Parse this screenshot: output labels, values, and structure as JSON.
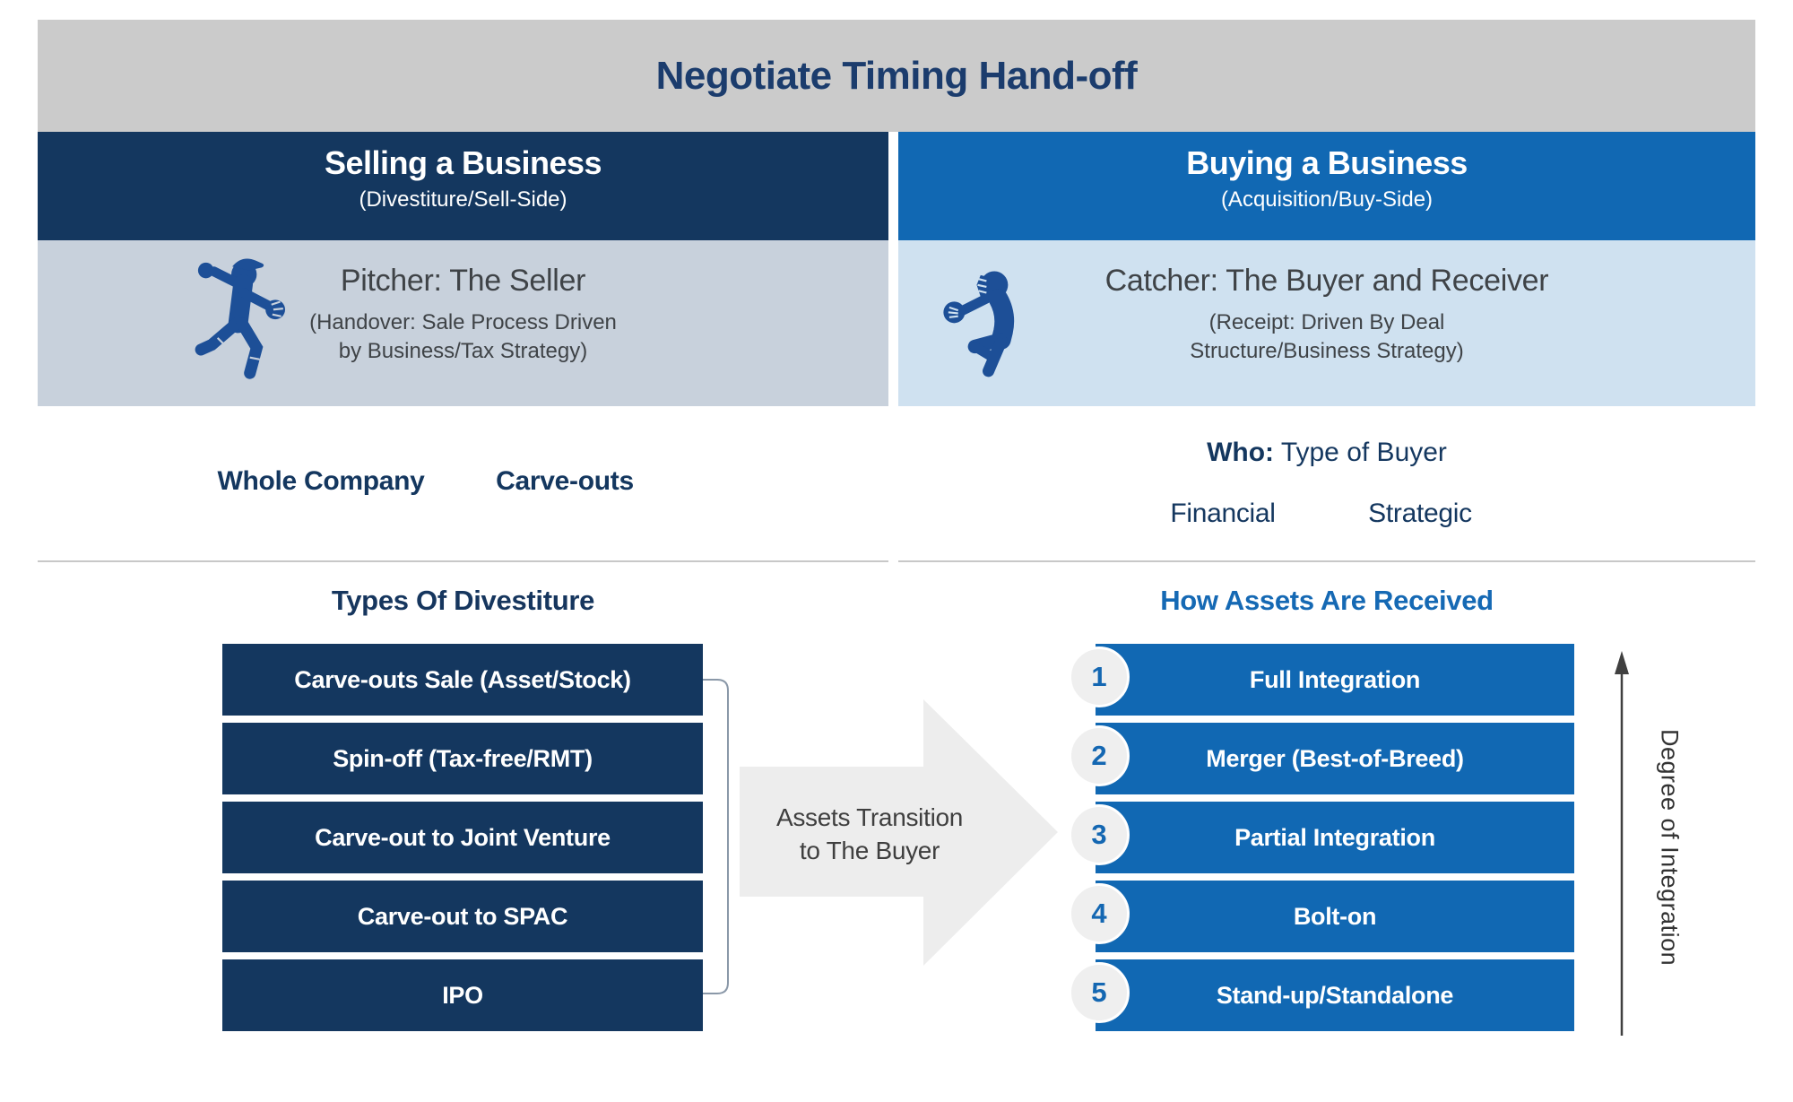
{
  "title": "Negotiate Timing Hand-off",
  "sell": {
    "header": "Selling a Business",
    "header_sub": "(Divestiture/Sell-Side)",
    "role_title": "Pitcher: The Seller",
    "role_sub_line1": "(Handover: Sale Process Driven",
    "role_sub_line2": "by Business/Tax Strategy)",
    "icon": "baseball-pitcher-icon",
    "scope_items": [
      "Whole Company",
      "Carve-outs"
    ],
    "section_title": "Types Of Divestiture",
    "boxes": [
      "Carve-outs Sale (Asset/Stock)",
      "Spin-off (Tax-free/RMT)",
      "Carve-out to Joint Venture",
      "Carve-out to SPAC",
      "IPO"
    ]
  },
  "buy": {
    "header": "Buying a Business",
    "header_sub": "(Acquisition/Buy-Side)",
    "role_title": "Catcher: The Buyer and Receiver",
    "role_sub_line1": "(Receipt: Driven By Deal",
    "role_sub_line2": "Structure/Business Strategy)",
    "icon": "baseball-catcher-icon",
    "who_label": "Who:",
    "who_text": " Type of Buyer",
    "buyer_types": [
      "Financial",
      "Strategic"
    ],
    "section_title": "How Assets Are Received",
    "boxes": [
      {
        "num": "1",
        "label": "Full Integration"
      },
      {
        "num": "2",
        "label": "Merger (Best-of-Breed)"
      },
      {
        "num": "3",
        "label": "Partial Integration"
      },
      {
        "num": "4",
        "label": "Bolt-on"
      },
      {
        "num": "5",
        "label": "Stand-up/Standalone"
      }
    ]
  },
  "transition_arrow": {
    "line1": "Assets Transition",
    "line2": "to The Buyer"
  },
  "integration_axis": {
    "label": "Degree of Integration"
  },
  "colors": {
    "title_bar_bg": "#cbcbcb",
    "navy": "#14375f",
    "blue": "#1168b3",
    "sell_band_bg": "#c8d1dc",
    "buy_band_bg": "#cfe1f0",
    "heading_navy": "#1b3c6d",
    "heading_blue": "#1569b4",
    "body_text": "#3f3f3f",
    "icon_blue": "#1d4f97",
    "arrow_bg": "#ededed",
    "circle_bg": "#efefef",
    "circle_number": "#1467b2"
  }
}
